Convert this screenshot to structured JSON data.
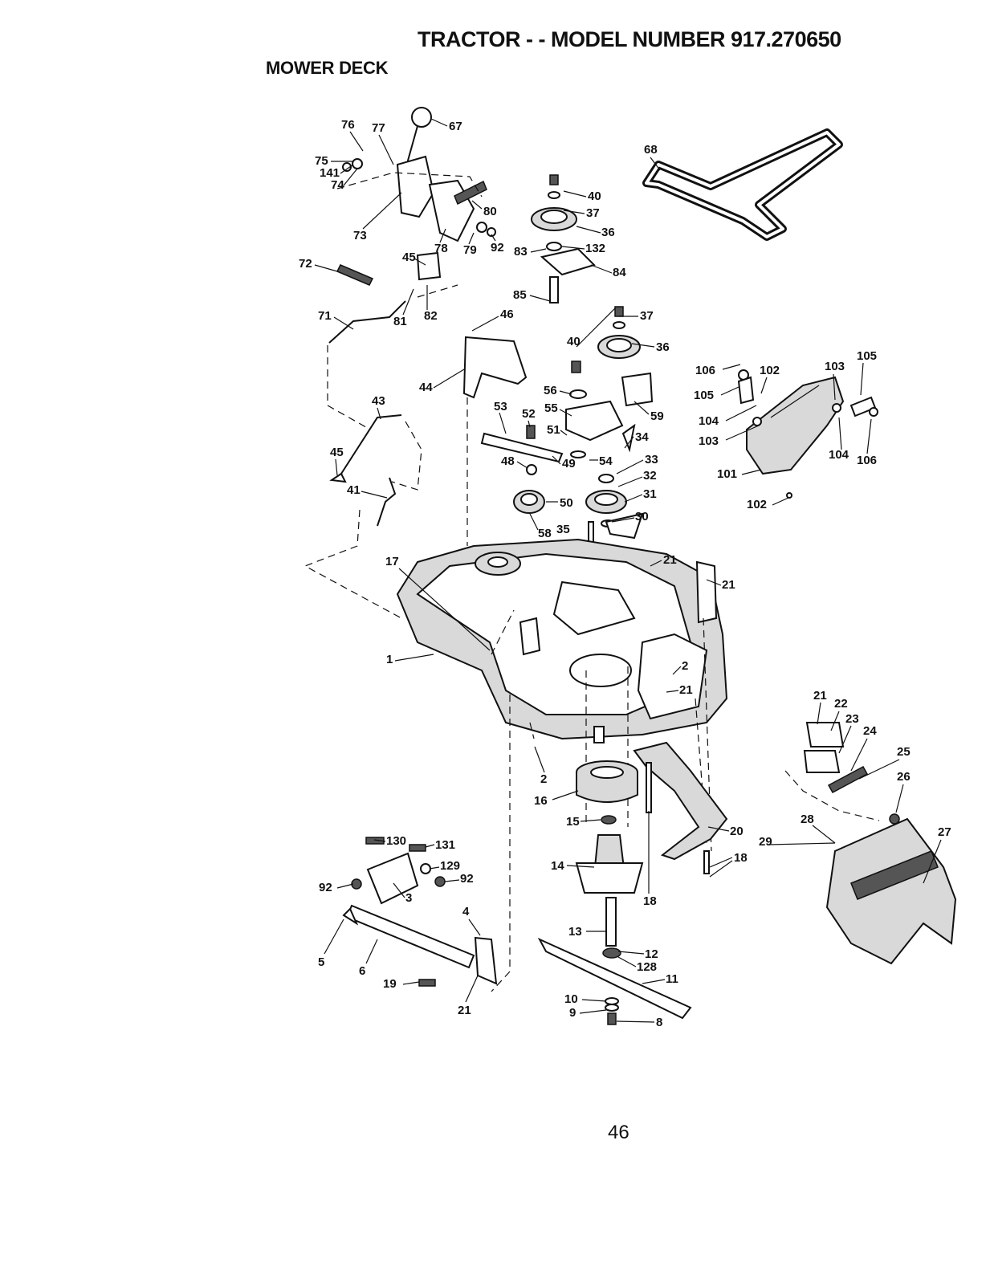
{
  "page": {
    "title": "TRACTOR - - MODEL NUMBER 917.270650",
    "section": "MOWER DECK",
    "page_number": "46"
  },
  "callouts": [
    {
      "id": "c-76",
      "text": "76"
    },
    {
      "id": "c-77",
      "text": "77"
    },
    {
      "id": "c-67",
      "text": "67"
    },
    {
      "id": "c-75",
      "text": "75"
    },
    {
      "id": "c-141",
      "text": "141"
    },
    {
      "id": "c-74",
      "text": "74"
    },
    {
      "id": "c-73",
      "text": "73"
    },
    {
      "id": "c-80",
      "text": "80"
    },
    {
      "id": "c-78",
      "text": "78"
    },
    {
      "id": "c-79",
      "text": "79"
    },
    {
      "id": "c-92a",
      "text": "92"
    },
    {
      "id": "c-45a",
      "text": "45"
    },
    {
      "id": "c-72",
      "text": "72"
    },
    {
      "id": "c-81",
      "text": "81"
    },
    {
      "id": "c-82",
      "text": "82"
    },
    {
      "id": "c-71",
      "text": "71"
    },
    {
      "id": "c-68",
      "text": "68"
    },
    {
      "id": "c-40a",
      "text": "40"
    },
    {
      "id": "c-37a",
      "text": "37"
    },
    {
      "id": "c-36a",
      "text": "36"
    },
    {
      "id": "c-83",
      "text": "83"
    },
    {
      "id": "c-132",
      "text": "132"
    },
    {
      "id": "c-84",
      "text": "84"
    },
    {
      "id": "c-85",
      "text": "85"
    },
    {
      "id": "c-46",
      "text": "46"
    },
    {
      "id": "c-37b",
      "text": "37"
    },
    {
      "id": "c-40b",
      "text": "40"
    },
    {
      "id": "c-36b",
      "text": "36"
    },
    {
      "id": "c-44",
      "text": "44"
    },
    {
      "id": "c-56",
      "text": "56"
    },
    {
      "id": "c-59",
      "text": "59"
    },
    {
      "id": "c-53",
      "text": "53"
    },
    {
      "id": "c-52",
      "text": "52"
    },
    {
      "id": "c-55",
      "text": "55"
    },
    {
      "id": "c-51",
      "text": "51"
    },
    {
      "id": "c-34",
      "text": "34"
    },
    {
      "id": "c-54",
      "text": "54"
    },
    {
      "id": "c-33",
      "text": "33"
    },
    {
      "id": "c-48",
      "text": "48"
    },
    {
      "id": "c-49",
      "text": "49"
    },
    {
      "id": "c-32",
      "text": "32"
    },
    {
      "id": "c-31",
      "text": "31"
    },
    {
      "id": "c-50",
      "text": "50"
    },
    {
      "id": "c-30",
      "text": "30"
    },
    {
      "id": "c-58",
      "text": "58"
    },
    {
      "id": "c-35",
      "text": "35"
    },
    {
      "id": "c-43",
      "text": "43"
    },
    {
      "id": "c-45b",
      "text": "45"
    },
    {
      "id": "c-41",
      "text": "41"
    },
    {
      "id": "c-106a",
      "text": "106"
    },
    {
      "id": "c-102a",
      "text": "102"
    },
    {
      "id": "c-103a",
      "text": "103"
    },
    {
      "id": "c-105a",
      "text": "105"
    },
    {
      "id": "c-105b",
      "text": "105"
    },
    {
      "id": "c-104a",
      "text": "104"
    },
    {
      "id": "c-103b",
      "text": "103"
    },
    {
      "id": "c-104b",
      "text": "104"
    },
    {
      "id": "c-106b",
      "text": "106"
    },
    {
      "id": "c-101",
      "text": "101"
    },
    {
      "id": "c-102b",
      "text": "102"
    },
    {
      "id": "c-17",
      "text": "17"
    },
    {
      "id": "c-21a",
      "text": "21"
    },
    {
      "id": "c-21b",
      "text": "21"
    },
    {
      "id": "c-1",
      "text": "1"
    },
    {
      "id": "c-2a",
      "text": "2"
    },
    {
      "id": "c-21c",
      "text": "21"
    },
    {
      "id": "c-21d",
      "text": "21"
    },
    {
      "id": "c-22",
      "text": "22"
    },
    {
      "id": "c-23",
      "text": "23"
    },
    {
      "id": "c-24",
      "text": "24"
    },
    {
      "id": "c-25",
      "text": "25"
    },
    {
      "id": "c-26",
      "text": "26"
    },
    {
      "id": "c-2b",
      "text": "2"
    },
    {
      "id": "c-16",
      "text": "16"
    },
    {
      "id": "c-15",
      "text": "15"
    },
    {
      "id": "c-20",
      "text": "20"
    },
    {
      "id": "c-28",
      "text": "28"
    },
    {
      "id": "c-27",
      "text": "27"
    },
    {
      "id": "c-29",
      "text": "29"
    },
    {
      "id": "c-18a",
      "text": "18"
    },
    {
      "id": "c-18b",
      "text": "18"
    },
    {
      "id": "c-14",
      "text": "14"
    },
    {
      "id": "c-130",
      "text": "130"
    },
    {
      "id": "c-131",
      "text": "131"
    },
    {
      "id": "c-129",
      "text": "129"
    },
    {
      "id": "c-92b",
      "text": "92"
    },
    {
      "id": "c-92c",
      "text": "92"
    },
    {
      "id": "c-3",
      "text": "3"
    },
    {
      "id": "c-4",
      "text": "4"
    },
    {
      "id": "c-5",
      "text": "5"
    },
    {
      "id": "c-6",
      "text": "6"
    },
    {
      "id": "c-19",
      "text": "19"
    },
    {
      "id": "c-21e",
      "text": "21"
    },
    {
      "id": "c-13",
      "text": "13"
    },
    {
      "id": "c-12",
      "text": "12"
    },
    {
      "id": "c-128",
      "text": "128"
    },
    {
      "id": "c-11",
      "text": "11"
    },
    {
      "id": "c-10",
      "text": "10"
    },
    {
      "id": "c-9",
      "text": "9"
    },
    {
      "id": "c-8",
      "text": "8"
    }
  ]
}
